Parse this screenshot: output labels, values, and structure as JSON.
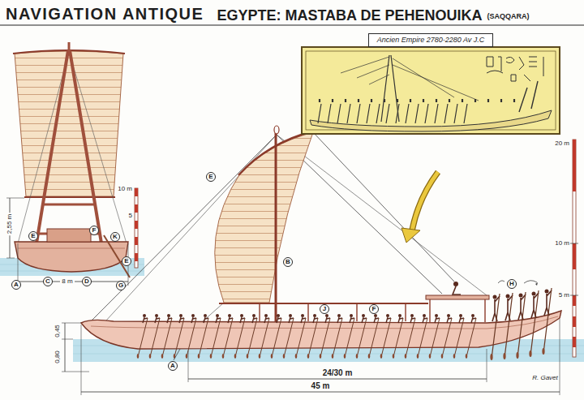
{
  "diagram": {
    "title": "NAVIGATION ANTIQUE",
    "nodes": [
      {
        "text": [
          "Ancien Empire 2780-2280 Av J.C"
        ]
      },
      {
        "text": [
          "E"
        ]
      },
      {
        "text": [
          "A"
        ]
      },
      {
        "text": [
          "C"
        ]
      },
      {
        "text": [
          "D"
        ]
      },
      {
        "text": [
          "F"
        ]
      },
      {
        "text": [
          "K"
        ]
      },
      {
        "text": [
          "E"
        ]
      },
      {
        "text": [
          "G"
        ]
      },
      {
        "text": [
          "E"
        ]
      },
      {
        "text": [
          "B"
        ]
      },
      {
        "text": [
          "J"
        ]
      },
      {
        "text": [
          "F"
        ]
      },
      {
        "text": [
          "H"
        ]
      },
      {
        "text": [
          "A"
        ]
      }
    ],
    "labels": [
      "EGYPTE: MASTABA DE PEHENOUIKA",
      "(SAQQARA)",
      "2,55 m",
      "8 m",
      "10 m",
      "5",
      "20 m",
      "10 m",
      "5 m",
      "0,45",
      "0,80",
      "24/30 m",
      "45 m",
      "R. Gavet"
    ]
  }
}
